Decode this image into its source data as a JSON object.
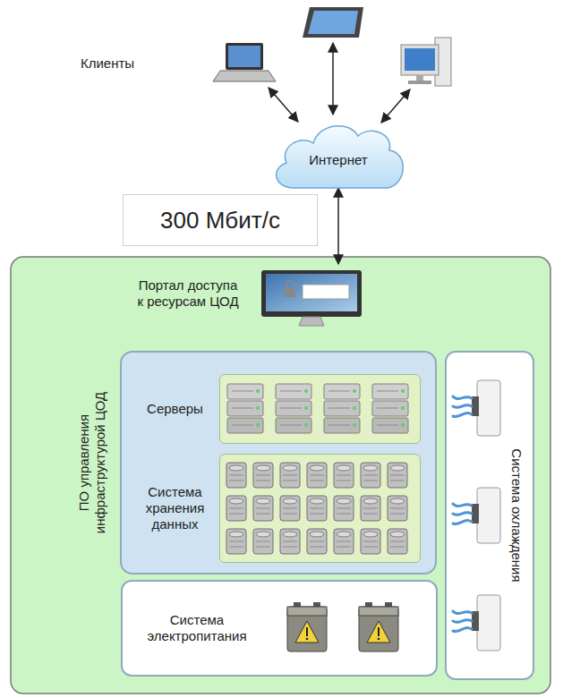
{
  "diagram": {
    "nodes": [
      {
        "text": [
          "Интернет"
        ]
      },
      {
        "text": [
          "300 Мбит/с"
        ]
      },
      {
        "text": [
          "Портал доступа к ресурсам ЦОД"
        ]
      },
      {
        "text": [
          "ПО управления инфраструктурой ЦОД"
        ]
      },
      {
        "text": [
          "Серверы"
        ],
        "in": 3
      },
      {
        "text": [
          "Система хранения данных"
        ],
        "in": 3
      },
      {
        "text": [
          "Система электропитания"
        ]
      },
      {
        "text": [
          "Система охлаждения"
        ]
      }
    ],
    "edges": [
      {
        "from": 0,
        "to": 2,
        "arrow": "both"
      }
    ],
    "labels": [
      "Клиенты"
    ]
  }
}
